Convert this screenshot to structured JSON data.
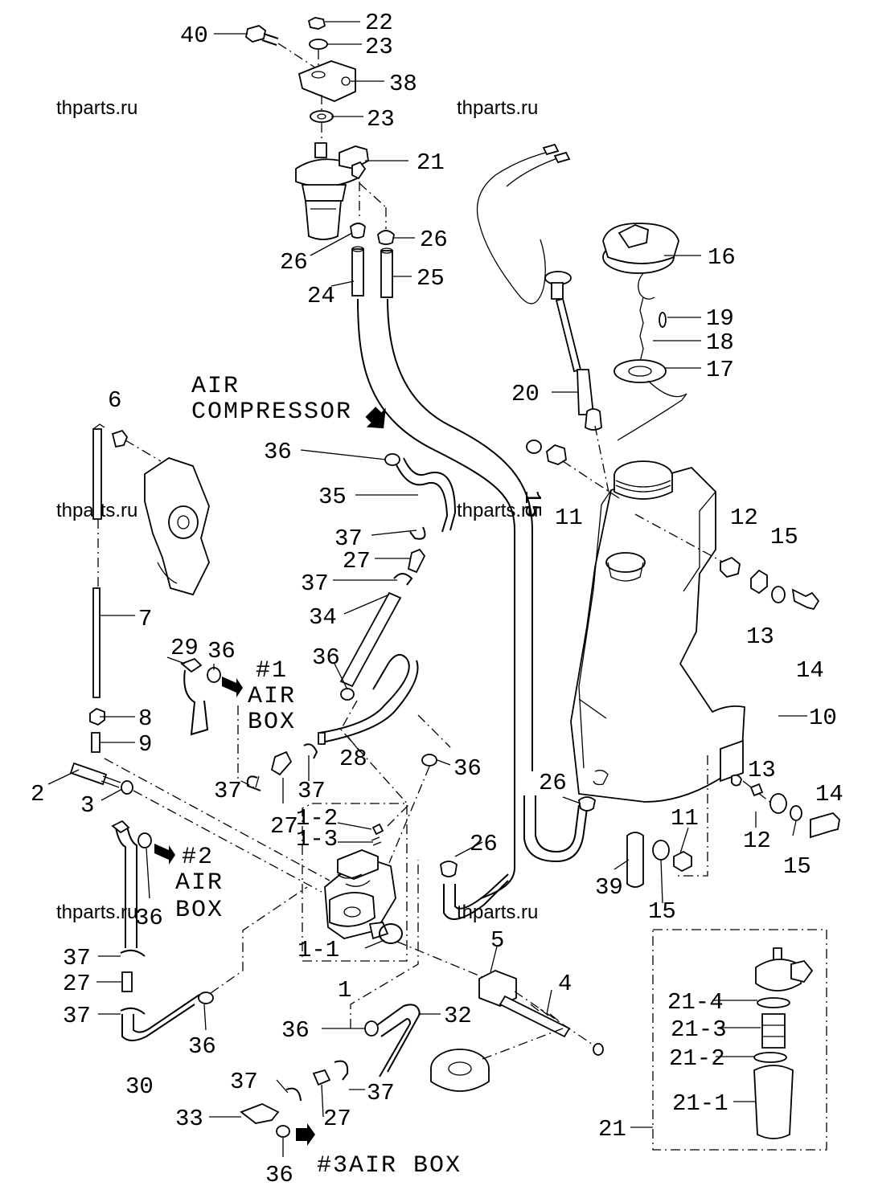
{
  "watermark": "thparts.ru",
  "labels": {
    "p40": "40",
    "p22": "22",
    "p23a": "23",
    "p38": "38",
    "p23b": "23",
    "p21a": "21",
    "p26a": "26",
    "p26b": "26",
    "p24": "24",
    "p25": "25",
    "p16": "16",
    "p19": "19",
    "p18": "18",
    "p17": "17",
    "p20": "20",
    "p6": "6",
    "p36a": "36",
    "p35": "35",
    "p15a": "15",
    "p11a": "11",
    "p12a": "12",
    "p15b": "15",
    "p37a": "37",
    "p27a": "27",
    "p37b": "37",
    "p34": "34",
    "p7": "7",
    "p29": "29",
    "p36b": "36",
    "p13a": "13",
    "p14a": "14",
    "p36c": "36",
    "p8": "8",
    "p9": "9",
    "p28": "28",
    "p10": "10",
    "p36d": "36",
    "p2": "2",
    "p3": "3",
    "p37c": "37",
    "p27b": "27",
    "p37d": "37",
    "p26c": "26",
    "p13b": "13",
    "p14b": "14",
    "p1_2": "1-2",
    "p1_3": "1-3",
    "p26d": "26",
    "p11b": "11",
    "p12b": "12",
    "p15c": "15",
    "p39": "39",
    "p15d": "15",
    "p36e": "36",
    "p1_1": "1-1",
    "p1": "1",
    "p5": "5",
    "p4": "4",
    "p37e": "37",
    "p27c": "27",
    "p37f": "37",
    "p36f": "36",
    "p30": "30",
    "p36g": "36",
    "p32": "32",
    "p37g": "37",
    "p37h": "37",
    "p27d": "27",
    "p33": "33",
    "p36h": "36",
    "p21_4": "21-4",
    "p21_3": "21-3",
    "p21_2": "21-2",
    "p21_1": "21-1",
    "p21b": "21"
  },
  "notes": {
    "air_comp_1": "AIR",
    "air_comp_2": "COMPRESSOR",
    "box1_1": "#1",
    "box1_2": "AIR",
    "box1_3": "BOX",
    "box2_1": "#2",
    "box2_2": "AIR",
    "box2_3": "BOX",
    "box3": "#3AIR BOX"
  }
}
